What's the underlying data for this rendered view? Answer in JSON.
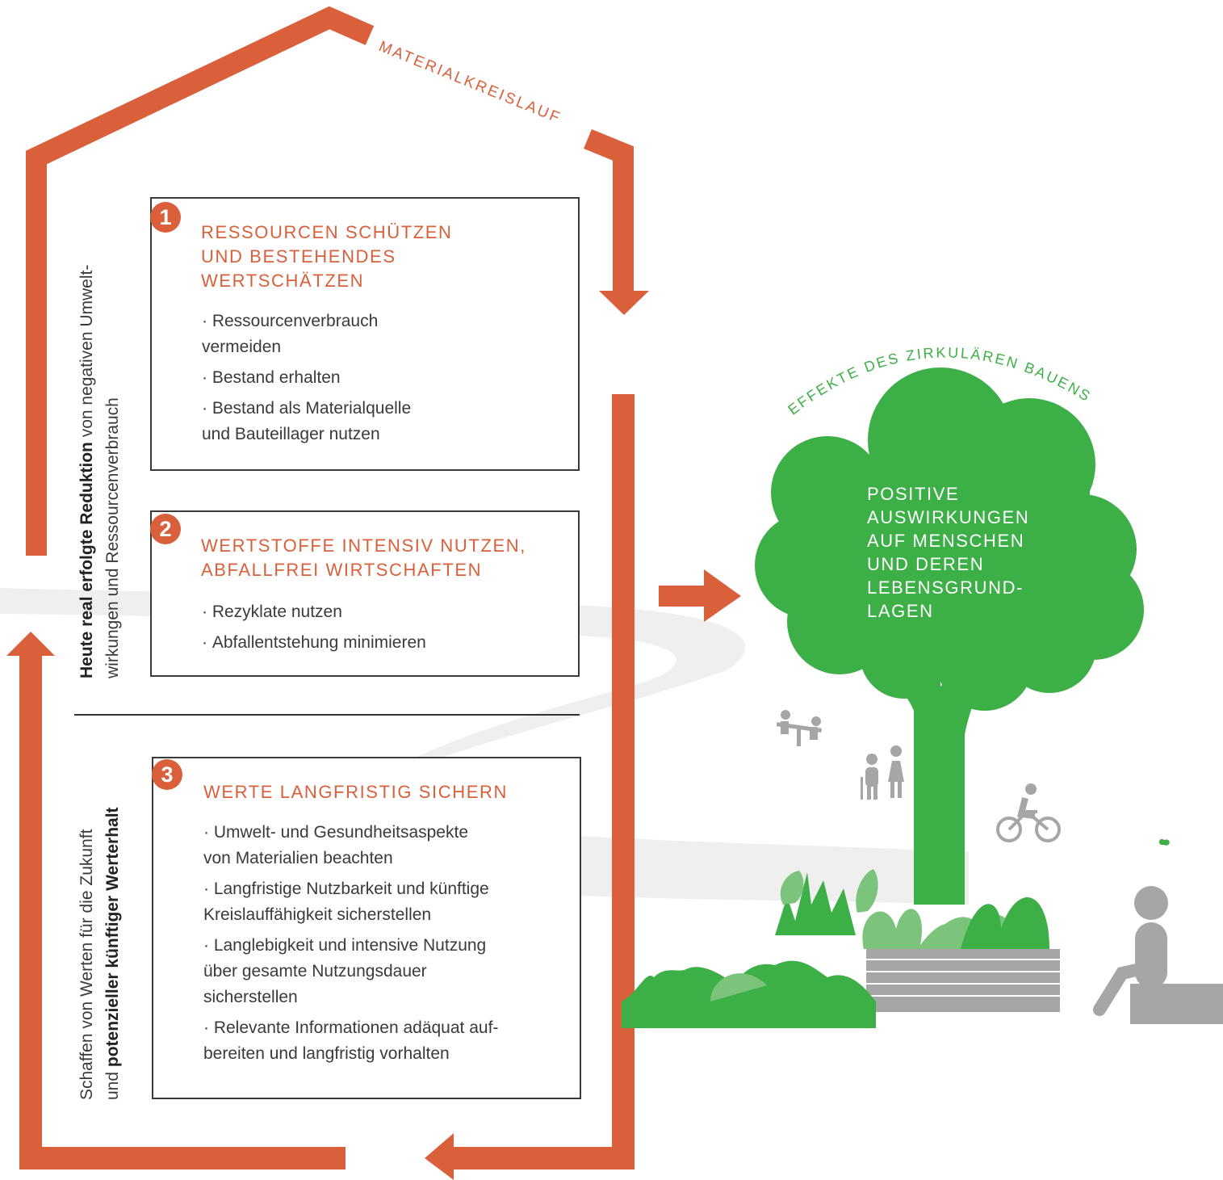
{
  "colors": {
    "accent": "#d9603b",
    "green": "#3daf47",
    "light_green": "#7cc47c",
    "grey": "#a6a6a6",
    "path": "#efefef",
    "text": "#3a3a3a"
  },
  "loop_label": "MATERIALKREISLAUF",
  "effects_label": "EFFEKTE DES ZIRKULÄREN BAUENS",
  "side_top": {
    "line1_bold": "Heute real erfolgte Reduktion",
    "line1_rest": " von negativen Umwelt-",
    "line2": "wirkungen und Ressourcenverbrauch"
  },
  "side_bottom": {
    "line1": "Schaffen von Werten für die Zukunft",
    "line2_pre": "und ",
    "line2_bold": "potenzieller künftiger Werterhalt"
  },
  "boxes": [
    {
      "number": "1",
      "title_lines": [
        "RESSOURCEN SCHÜTZEN",
        "UND BESTEHENDES",
        "WERTSCHÄTZEN"
      ],
      "items": [
        [
          "Ressourcenverbrauch",
          "vermeiden"
        ],
        [
          "Bestand erhalten"
        ],
        [
          "Bestand als Materialquelle",
          "und Bauteillager nutzen"
        ]
      ]
    },
    {
      "number": "2",
      "title_lines": [
        "WERTSTOFFE INTENSIV NUTZEN,",
        "ABFALLFREI WIRTSCHAFTEN"
      ],
      "items": [
        [
          "Rezyklate nutzen"
        ],
        [
          "Abfallentstehung minimieren"
        ]
      ]
    },
    {
      "number": "3",
      "title_lines": [
        "WERTE LANGFRISTIG SICHERN"
      ],
      "items": [
        [
          "Umwelt- und Gesundheitsaspekte",
          "von Materialien beachten"
        ],
        [
          "Langfristige Nutzbarkeit und künftige",
          "Kreislauffähigkeit sicherstellen"
        ],
        [
          "Langlebigkeit und intensive Nutzung",
          "über gesamte Nutzungsdauer",
          "sicherstellen"
        ],
        [
          "Relevante Informationen adäquat auf-",
          "bereiten und langfristig vorhalten"
        ]
      ]
    }
  ],
  "tree_text_lines": [
    "POSITIVE",
    "AUSWIRKUNGEN",
    "AUF MENSCHEN",
    "UND DEREN",
    "LEBENSGRUND-",
    "LAGEN"
  ],
  "icons": [
    "seesaw-icon",
    "elderly-couple-icon",
    "cyclist-icon",
    "sitting-person-icon",
    "butterfly-icon",
    "planter-icon",
    "bush-icon"
  ]
}
